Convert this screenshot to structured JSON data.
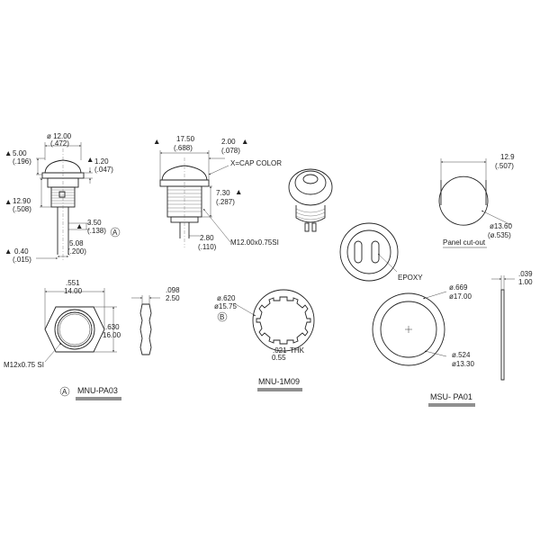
{
  "side_view_1": {
    "dia_mm": "ø 12.00",
    "dia_in": "(.472)",
    "cap_h_mm": "5.00",
    "cap_h_in": "(.196)",
    "cap_rim_mm": "1.20",
    "cap_rim_in": "(.047)",
    "body_h_mm": "12.90",
    "body_h_in": "(.508)",
    "term_len_mm": "3.50",
    "term_len_in": "(.138)",
    "term_span_mm": "5.08",
    "term_span_in": "(.200)",
    "term_w_mm": "0.40",
    "term_w_in": "(.015)",
    "ref": "A"
  },
  "side_view_2": {
    "cap_dia_mm": "17.50",
    "cap_dia_in": "(.688)",
    "cap_rim_mm": "2.00",
    "cap_rim_in": "(.078)",
    "cap_note": "X=CAP COLOR",
    "thread_len_mm": "7.30",
    "thread_len_in": "(.287)",
    "term_len_mm": "2.80",
    "term_len_in": "(.110)",
    "thread": "M12.00x0.75SI"
  },
  "epoxy_label": "EPOXY",
  "panel_cutout": {
    "w_mm": "12.9",
    "w_in": "(.507)",
    "dia_mm": "ø13.60",
    "dia_in": "(ø.535)",
    "label": "Panel cut-out"
  },
  "nut": {
    "w_in": ".551",
    "w_mm": "14.00",
    "h_in": ".630",
    "h_mm": "16.00",
    "thick_in": ".098",
    "thick_mm": "2.50",
    "thread": "M12x0.75 SI",
    "ref": "A",
    "part": "MNU-PA03"
  },
  "lock_washer": {
    "dia_in": "ø.620",
    "dia_mm": "ø15.75",
    "ref": "B",
    "thk_in": ".021",
    "thk_word": "THK",
    "thk_mm": "0.55",
    "part": "MNU-1M09"
  },
  "seal": {
    "outer_in": "ø.669",
    "outer_mm": "ø17.00",
    "inner_in": "ø.524",
    "inner_mm": "ø13.30",
    "thick_in": ".039",
    "thick_mm": "1.00",
    "part": "MSU- PA01"
  }
}
